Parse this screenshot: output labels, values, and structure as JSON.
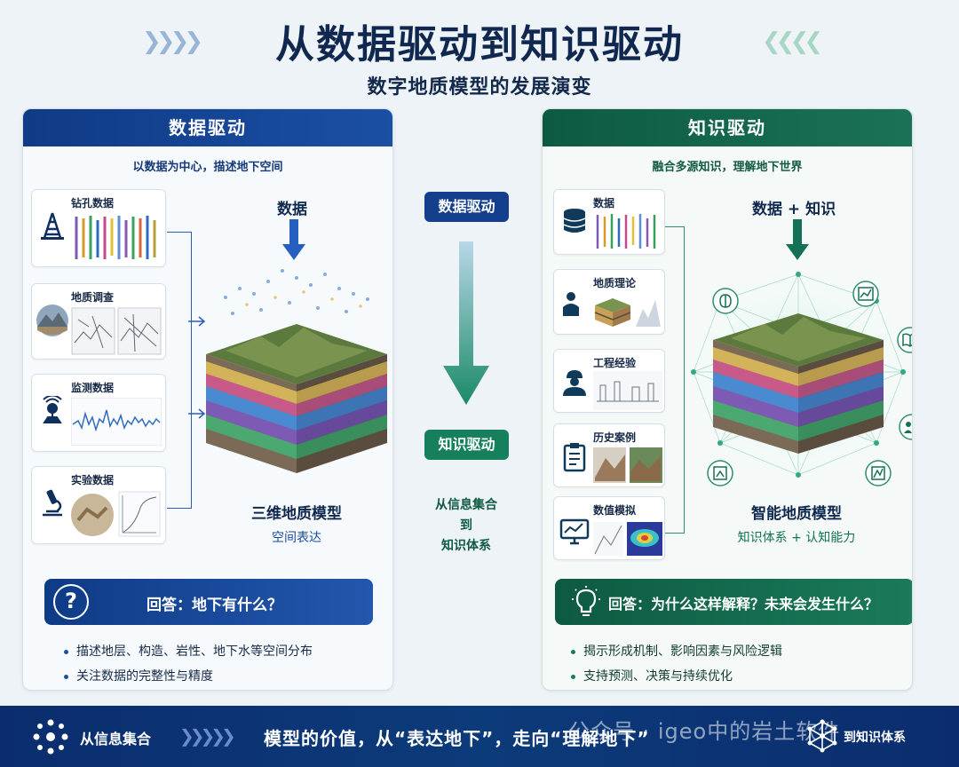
{
  "header": {
    "title": "从数据驱动到知识驱动",
    "subtitle": "数字地质模型的发展演变"
  },
  "left_panel": {
    "title": "数据驱动",
    "description": "以数据为中心，描述地下空间",
    "cards": [
      {
        "label": "钻孔数据",
        "icon": "drill-rig-icon"
      },
      {
        "label": "地质调查",
        "icon": "mountain-photo-icon"
      },
      {
        "label": "监测数据",
        "icon": "monitor-station-icon"
      },
      {
        "label": "实验数据",
        "icon": "microscope-icon"
      }
    ],
    "input_label": "数据",
    "model_title": "三维地质模型",
    "model_subtitle": "空间表达",
    "answer_icon": "?",
    "answer": "回答：地下有什么？",
    "bullets": [
      "描述地层、构造、岩性、地下水等空间分布",
      "关注数据的完整性与精度"
    ]
  },
  "middle": {
    "from_label": "数据驱动",
    "to_label": "知识驱动",
    "transition_lines": [
      "从信息集合",
      "到",
      "知识体系"
    ]
  },
  "right_panel": {
    "title": "知识驱动",
    "description": "融合多源知识，理解地下世界",
    "cards": [
      {
        "label": "数据",
        "icon": "database-icon"
      },
      {
        "label": "地质理论",
        "icon": "theory-icon"
      },
      {
        "label": "工程经验",
        "icon": "engineer-icon"
      },
      {
        "label": "历史案例",
        "icon": "clipboard-icon"
      },
      {
        "label": "数值模拟",
        "icon": "simulation-icon"
      }
    ],
    "input_label": "数据 + 知识",
    "model_title": "智能地质模型",
    "model_subtitle": "知识体系 + 认知能力",
    "answer": "回答：为什么这样解释？未来会发生什么？",
    "bullets": [
      "揭示形成机制、影响因素与风险逻辑",
      "支持预测、决策与持续优化"
    ]
  },
  "footer": {
    "left_label": "从信息集合",
    "center_text": "模型的价值，从“表达地下”，走向“理解地下”",
    "right_label": "到知识体系"
  },
  "watermark": "公众号 · igeo中的岩土软件",
  "colors": {
    "navy": "#0f3a86",
    "green": "#0d5a42",
    "accent_green": "#2f8e6c",
    "accent_blue": "#2d5db0"
  }
}
